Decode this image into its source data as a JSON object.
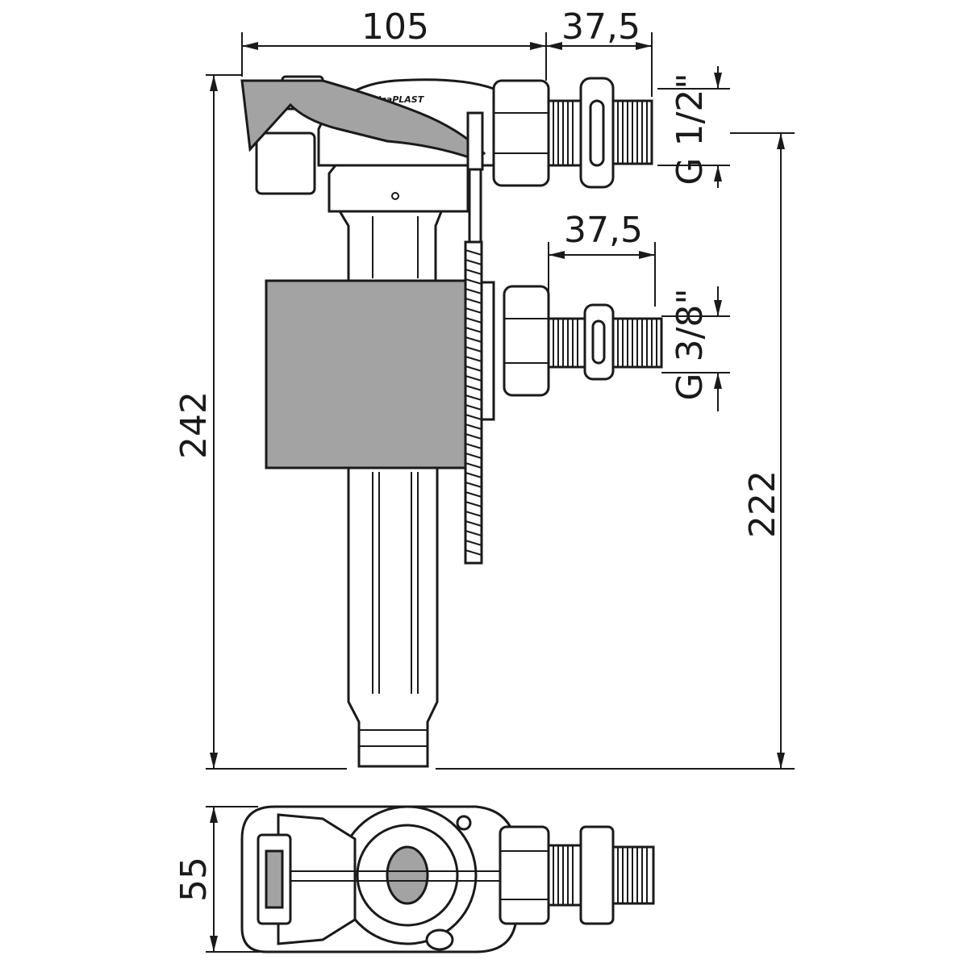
{
  "drawing": {
    "logo_text": "AlcaPLAST",
    "dimensions": {
      "top_width": "105",
      "top_thread_length": "37,5",
      "top_thread_size": "G 1/2\"",
      "middle_thread_length": "37,5",
      "middle_thread_size": "G 3/8\"",
      "total_height": "242",
      "thread_height": "222",
      "plan_width": "55"
    },
    "colors": {
      "line": "#1a1a1a",
      "fill": "#a3a3a3"
    }
  }
}
